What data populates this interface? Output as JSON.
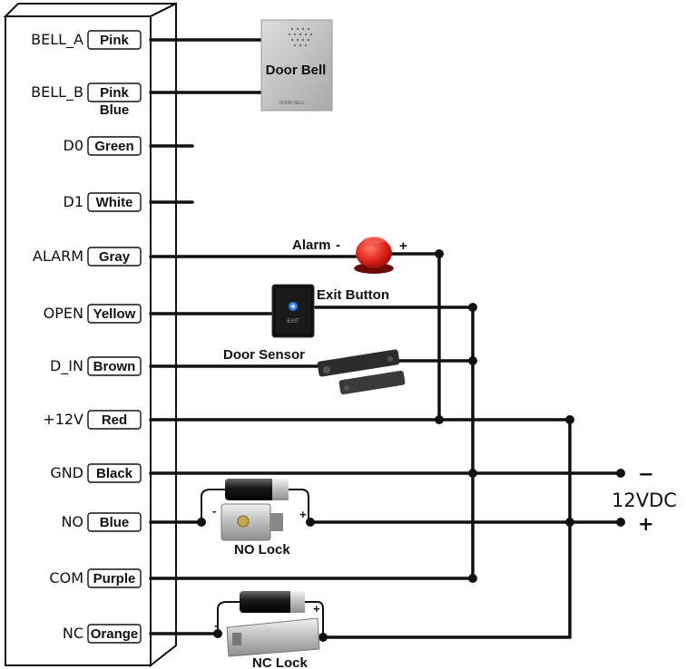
{
  "terminals": [
    {
      "label": "BELL_A",
      "wire": "Pink"
    },
    {
      "label": "BELL_B",
      "wire": "Pink",
      "wire2": "Blue"
    },
    {
      "label": "D0",
      "wire": "Green"
    },
    {
      "label": "D1",
      "wire": "White"
    },
    {
      "label": "ALARM",
      "wire": "Gray"
    },
    {
      "label": "OPEN",
      "wire": "Yellow"
    },
    {
      "label": "D_IN",
      "wire": "Brown"
    },
    {
      "label": "+12V",
      "wire": "Red"
    },
    {
      "label": "GND",
      "wire": "Black"
    },
    {
      "label": "NO",
      "wire": "Blue"
    },
    {
      "label": "COM",
      "wire": "Purple"
    },
    {
      "label": "NC",
      "wire": "Orange"
    }
  ],
  "devices": {
    "door_bell": "Door Bell",
    "bell_tiny_text": "DOOR BELL",
    "alarm": "Alarm",
    "alarm_minus": "-",
    "alarm_plus": "+",
    "exit_button": "Exit Button",
    "exit_button_face": "EXIT",
    "door_sensor": "Door Sensor",
    "no_lock": "NO Lock",
    "nc_lock": "NC Lock"
  },
  "power": {
    "label": "12VDC",
    "minus": "−",
    "plus": "+"
  },
  "colors": {
    "wire": "#111111",
    "alarm_red": "#e0221a",
    "background": "#ffffff"
  }
}
